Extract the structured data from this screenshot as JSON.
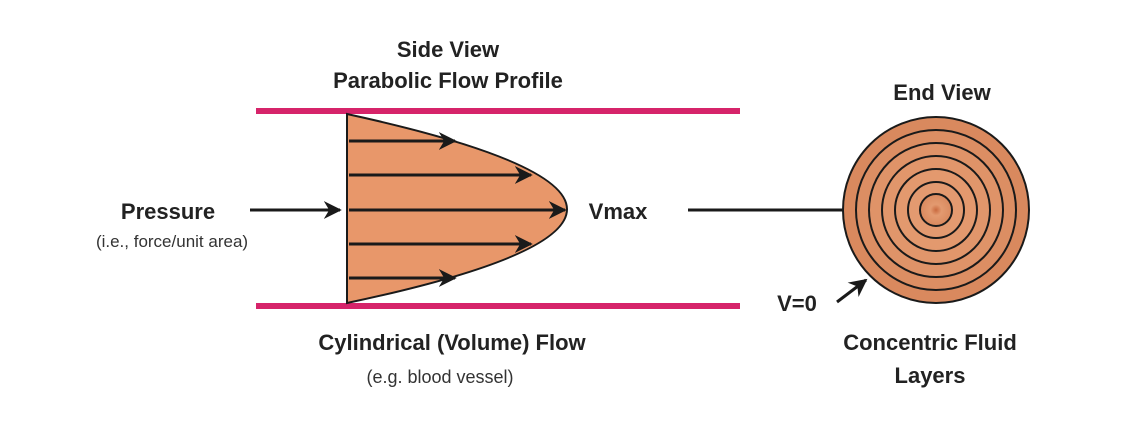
{
  "side_view": {
    "title_line1": "Side View",
    "title_line2": "Parabolic Flow Profile"
  },
  "pressure": {
    "label": "Pressure",
    "sublabel": "(i.e., force/unit area)"
  },
  "vmax_label": "Vmax",
  "cylindrical": {
    "label": "Cylindrical (Volume) Flow",
    "sublabel": "(e.g. blood vessel)"
  },
  "end_view": {
    "title": "End View",
    "v0_label": "V=0",
    "caption_line1": "Concentric Fluid",
    "caption_line2": "Layers"
  },
  "colors": {
    "vessel_wall": "#d6246a",
    "fluid_fill": "#e8976a",
    "fluid_fill_end": "#d9895e",
    "arrow": "#1a1a1a"
  }
}
